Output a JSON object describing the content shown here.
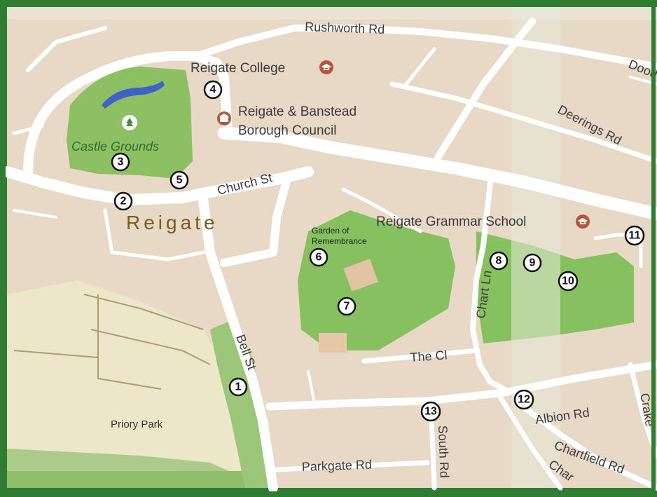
{
  "roads": {
    "rushworth": "Rushworth Rd",
    "dood": "Dood",
    "deerings": "Deerings Rd",
    "church": "Church St",
    "bell": "Bell St",
    "chart_ln": "Chart Ln",
    "the_cl": "The Cl",
    "albion": "Albion Rd",
    "chartfield": "Chartfield Rd",
    "char": "Char",
    "south": "South Rd",
    "parkgate": "Parkgate Rd",
    "crake": "Crake"
  },
  "places": {
    "college": "Reigate College",
    "council_1": "Reigate & Banstead",
    "council_2": "Borough Council",
    "grammar": "Reigate Grammar School",
    "castle": "Castle Grounds",
    "town": "Reigate",
    "garden_1": "Garden of",
    "garden_2": "Remembrance",
    "priory": "Priory Park"
  },
  "markers": [
    "1",
    "2",
    "3",
    "4",
    "5",
    "6",
    "7",
    "8",
    "9",
    "10",
    "11",
    "12",
    "13"
  ],
  "icons": {
    "college": "graduation-cap-icon",
    "council": "building-icon",
    "grammar": "graduation-cap-icon",
    "castle": "tree-icon"
  },
  "colors": {
    "border": "#2f7d32",
    "land": "#e9dccb",
    "park": "#8cc063",
    "road": "#ffffff",
    "icon": "#b5573c"
  }
}
